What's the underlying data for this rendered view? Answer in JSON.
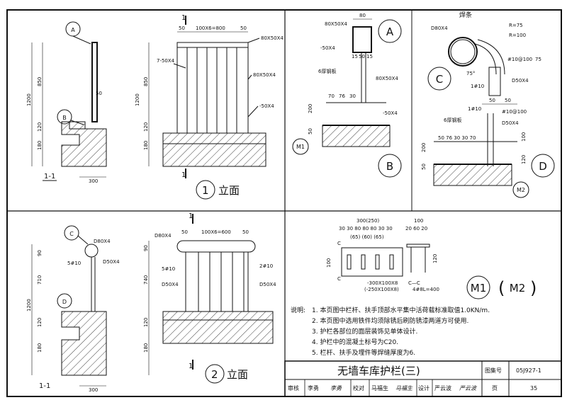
{
  "sheet": {
    "title": "无墙车库护栏(三)",
    "atlas_label": "图集号",
    "atlas_no": "05J927-1",
    "page_label": "页",
    "page_no": "35",
    "signoff": [
      {
        "role": "审核",
        "name": "李勇",
        "sign": "李勇"
      },
      {
        "role": "校对",
        "name": "马福生",
        "sign": "马福生"
      },
      {
        "role": "设计",
        "name": "严云波",
        "sign": "严云波"
      }
    ]
  },
  "panel1": {
    "section_cut": "1",
    "section_title": "1-1",
    "callout_a": "A",
    "callout_b": "B",
    "caption_num": "1",
    "caption_text": "立面",
    "dims": {
      "h1200": "1200",
      "h850": "850",
      "h120": "120",
      "h180": "180",
      "w300": "300",
      "top": "100X6=800",
      "e50a": "50",
      "e50b": "50"
    },
    "labels": {
      "post": "80X50X4",
      "rail": "7-50X4",
      "post2": "80X50X4",
      "plate": "-50X4"
    }
  },
  "panelAB": {
    "callout_a": "A",
    "callout_b": "B",
    "m1": "M1",
    "dims": {
      "d80": "80",
      "d15a": "15",
      "d50": "50",
      "d15b": "15",
      "d70": "70",
      "d76": "76",
      "d30": "30",
      "d200": "200",
      "d50v": "50"
    },
    "labels": {
      "post": "80X50X4",
      "flat": "-50X4",
      "plate": "6厚钢板",
      "post2": "80X50X4",
      "flat2": "-50X4"
    }
  },
  "panelCD": {
    "callout_c": "C",
    "callout_d": "D",
    "m2": "M2",
    "labels": {
      "weld": "焊条",
      "pipe": "D80X4",
      "r75": "R=75",
      "r100": "R=100",
      "bar": "#10@100",
      "bar2": "1#10",
      "tube": "D50X4",
      "ang": "75°",
      "plate": "6厚钢板",
      "bar3": "1#10",
      "bar4": "#10@100",
      "tube2": "D50X4"
    },
    "dims": {
      "d50a": "50",
      "d50b": "50",
      "d75": "75",
      "d200": "200",
      "d100": "100",
      "d120": "120",
      "d50v": "50",
      "row": "50  76  30  30  70"
    }
  },
  "panel2": {
    "section_cut": "1",
    "section_title": "1-1",
    "callout_c": "C",
    "callout_d": "D",
    "caption_num": "2",
    "caption_text": "立面",
    "dims": {
      "h1200": "1200",
      "h710": "710",
      "h120": "120",
      "h180": "180",
      "h90": "90",
      "w300": "300",
      "top": "100X6=600",
      "e50a": "50",
      "e50b": "50",
      "h740": "740",
      "h90b": "90"
    },
    "labels": {
      "pipe": "D80X4",
      "bar": "5#10",
      "tube": "D50X4",
      "pipe2": "D80X4",
      "bar2": "5#10",
      "bar3": "2#10",
      "tube2": "D50X4",
      "tube3": "D50X4"
    }
  },
  "embed": {
    "top": "300(250)",
    "row1": "30 30  80  80  80  30 30",
    "row2": "(65) (60) (65)",
    "side": "100",
    "plate": "-300X100X8",
    "plate_alt": "(-250X100X8)",
    "cc_top": "100",
    "cc_row": "20 60 20",
    "cc_h": "120",
    "cc_bar": "4#8L=400",
    "cc_title": "C—C",
    "c1": "C",
    "c2": "C",
    "m1": "M1",
    "m2": "M2"
  },
  "notes": {
    "heading": "说明:",
    "items": [
      "1. 本页图中栏杆、扶手顶部水平集中活荷载标准取值1.0KN/m.",
      "2. 本页图中选用铁件均须除锈后刷防锈漆两道方可使用.",
      "3. 护栏各部位的面层装饰见单体设计.",
      "4. 护栏中的混凝土标号为C20.",
      "5. 栏杆、扶手及埋件等焊缝厚度为6."
    ]
  }
}
